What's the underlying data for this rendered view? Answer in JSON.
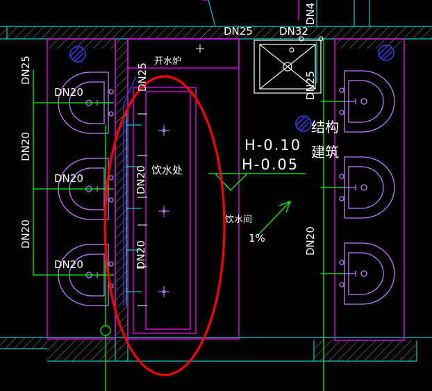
{
  "labels": {
    "dn25_top": "DN25",
    "dn32_top": "DN32",
    "dn4_top_right": "DN4",
    "dn25_left_vertical": "DN25",
    "dn20_left_vertical_1": "DN20",
    "dn20_left_vertical_2": "DN20",
    "dn20_sink_1": "DN20",
    "dn20_sink_2": "DN20",
    "dn20_sink_3": "DN20",
    "dn25_corridor_vertical": "DN25",
    "dn20_corridor_vertical_1": "DN20",
    "dn20_corridor_vertical_2": "DN20",
    "dn25_right_vertical": "DN25",
    "dn20_right_vertical": "DN20",
    "boiler": "开水炉",
    "drinking_station": "饮水处",
    "drinking_room": "饮水间",
    "elevation_structure": "H-0.10",
    "elevation_finish": "H-0.05",
    "structure": "结构",
    "architecture": "建筑",
    "slope": "1%"
  },
  "colors": {
    "background": "#000000",
    "wall_magenta": "#ff00ff",
    "fixture_violet": "#c878ff",
    "pipe_green": "#00ff00",
    "pipe_cyan": "#00ffff",
    "text_white": "#ffffff",
    "symbol_blue": "#3c3cff",
    "highlight_red": "#ff0000",
    "hatch_gray": "#8c8c8c"
  }
}
